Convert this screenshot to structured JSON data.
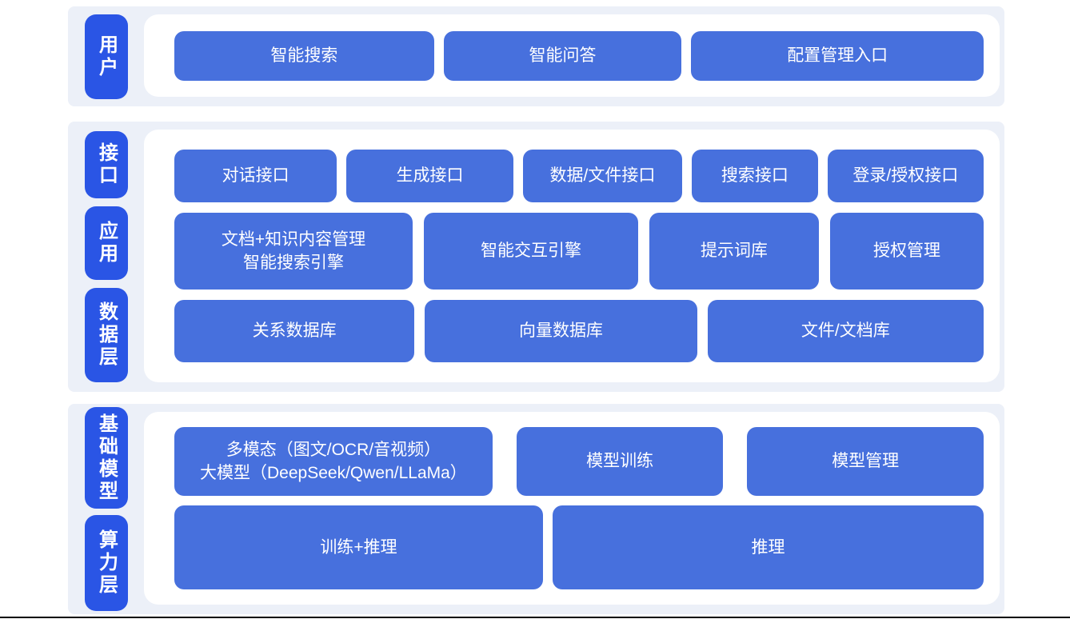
{
  "diagram_title": "AI platform layered architecture",
  "colors": {
    "layer_label_bg": "#2a55e5",
    "block_bg": "#4770dd",
    "section_bg": "#ecf0f8",
    "page_bg": "#ffffff",
    "text": "#ffffff",
    "bottom_rule": "#000000"
  },
  "sections": {
    "user": {
      "label": "用户",
      "blocks": [
        "智能搜索",
        "智能问答",
        "配置管理入口"
      ]
    },
    "middle": {
      "labels": {
        "api": "接口",
        "app": "应用",
        "data": "数据层"
      },
      "api_blocks": [
        "对话接口",
        "生成接口",
        "数据/文件接口",
        "搜索接口",
        "登录/授权接口"
      ],
      "app_blocks": [
        "文档+知识内容管理\n智能搜索引擎",
        "智能交互引擎",
        "提示词库",
        "授权管理"
      ],
      "data_blocks": [
        "关系数据库",
        "向量数据库",
        "文件/文档库"
      ]
    },
    "bottom": {
      "labels": {
        "model": "基础模型",
        "compute": "算力层"
      },
      "model_blocks": [
        "多模态（图文/OCR/音视频）\n大模型（DeepSeek/Qwen/LLaMa）",
        "模型训练",
        "模型管理"
      ],
      "compute_blocks": [
        "训练+推理",
        "推理"
      ]
    }
  }
}
